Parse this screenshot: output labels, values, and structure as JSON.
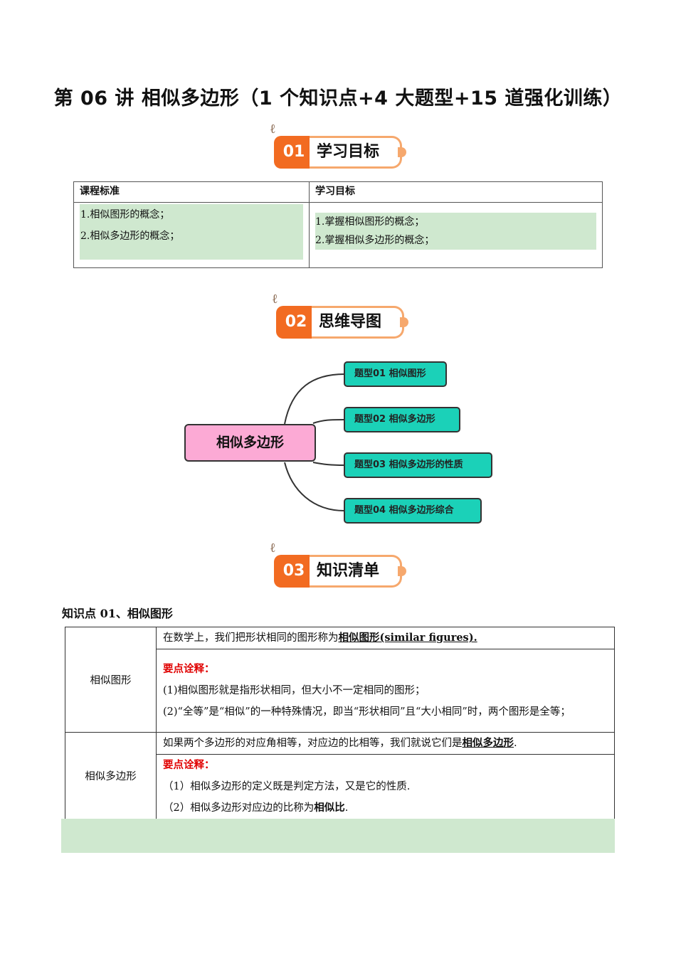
{
  "title": "第 06 讲  相似多边形（1 个知识点+4 大题型+15 道强化训练）",
  "sections": [
    {
      "num": "01",
      "label": "学习目标"
    },
    {
      "num": "02",
      "label": "思维导图"
    },
    {
      "num": "03",
      "label": "知识清单"
    }
  ],
  "goals": {
    "col1_header": "课程标准",
    "col2_header": "学习目标",
    "standards": [
      "1.相似图形的概念；",
      "2.相似多边形的概念；"
    ],
    "objectives": [
      "1.掌握相似图形的概念；",
      "2.掌握相似多边形的概念；"
    ]
  },
  "mindmap": {
    "root": "相似多边形",
    "branches": [
      "题型01  相似图形",
      "题型02  相似多边形",
      "题型03  相似多边形的性质",
      "题型04  相似多边形综合"
    ]
  },
  "knowledge": {
    "heading": "知识点 01、相似图形",
    "rows": [
      {
        "term": "相似图形",
        "def_before": "在数学上，我们把形状相同的图形称为",
        "def_key": "相似图形(similar figures).",
        "def_after": "",
        "note_label": "要点诠释：",
        "notes": [
          "(1)相似图形就是指形状相同，但大小不一定相同的图形；",
          "(2)“全等”是“相似”的一种特殊情况，即当“形状相同”且“大小相同”时，两个图形是全等；"
        ]
      },
      {
        "term": "相似多边形",
        "def_before": "如果两个多边形的对应角相等，对应边的比相等，我们就说它们是",
        "def_key": "相似多边形",
        "def_after": ".",
        "note_label": "要点诠释：",
        "note1": "（1）相似多边形的定义既是判定方法，又是它的性质.",
        "note2_before": "（2）相似多边形对应边的比称为",
        "note2_key": "相似比",
        "note2_after": "."
      }
    ]
  }
}
